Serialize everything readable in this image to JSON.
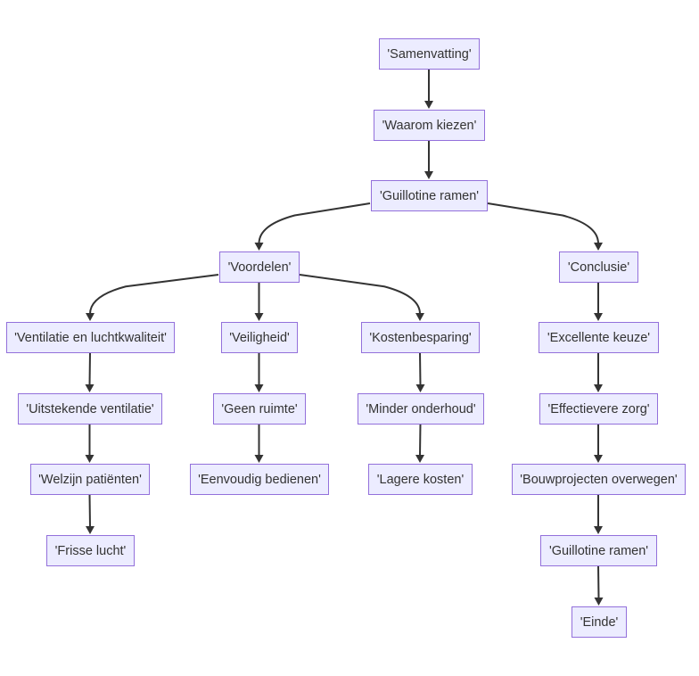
{
  "nodes": [
    {
      "id": "samenvatting",
      "label": "'Samenvatting'"
    },
    {
      "id": "waarom",
      "label": "'Waarom kiezen'"
    },
    {
      "id": "guillotine1",
      "label": "'Guillotine ramen'"
    },
    {
      "id": "voordelen",
      "label": "'Voordelen'"
    },
    {
      "id": "conclusie",
      "label": "'Conclusie'"
    },
    {
      "id": "ventilatie",
      "label": "'Ventilatie en luchtkwaliteit'"
    },
    {
      "id": "veiligheid",
      "label": "'Veiligheid'"
    },
    {
      "id": "kosten",
      "label": "'Kostenbesparing'"
    },
    {
      "id": "excellente",
      "label": "'Excellente keuze'"
    },
    {
      "id": "uitstekende",
      "label": "'Uitstekende ventilatie'"
    },
    {
      "id": "geenruimte",
      "label": "'Geen ruimte'"
    },
    {
      "id": "minder",
      "label": "'Minder onderhoud'"
    },
    {
      "id": "effectievere",
      "label": "'Effectievere zorg'"
    },
    {
      "id": "welzijn",
      "label": "'Welzijn patiënten'"
    },
    {
      "id": "eenvoudig",
      "label": "'Eenvoudig bedienen'"
    },
    {
      "id": "lagere",
      "label": "'Lagere kosten'"
    },
    {
      "id": "bouwprojecten",
      "label": "'Bouwprojecten overwegen'"
    },
    {
      "id": "frisse",
      "label": "'Frisse lucht'"
    },
    {
      "id": "guillotine2",
      "label": "'Guillotine ramen'"
    },
    {
      "id": "einde",
      "label": "'Einde'"
    }
  ],
  "edges": [
    {
      "from": "samenvatting",
      "to": "waarom"
    },
    {
      "from": "waarom",
      "to": "guillotine1"
    },
    {
      "from": "guillotine1",
      "to": "voordelen"
    },
    {
      "from": "guillotine1",
      "to": "conclusie"
    },
    {
      "from": "voordelen",
      "to": "ventilatie"
    },
    {
      "from": "voordelen",
      "to": "veiligheid"
    },
    {
      "from": "voordelen",
      "to": "kosten"
    },
    {
      "from": "ventilatie",
      "to": "uitstekende"
    },
    {
      "from": "uitstekende",
      "to": "welzijn"
    },
    {
      "from": "welzijn",
      "to": "frisse"
    },
    {
      "from": "veiligheid",
      "to": "geenruimte"
    },
    {
      "from": "geenruimte",
      "to": "eenvoudig"
    },
    {
      "from": "kosten",
      "to": "minder"
    },
    {
      "from": "minder",
      "to": "lagere"
    },
    {
      "from": "conclusie",
      "to": "excellente"
    },
    {
      "from": "excellente",
      "to": "effectievere"
    },
    {
      "from": "effectievere",
      "to": "bouwprojecten"
    },
    {
      "from": "bouwprojecten",
      "to": "guillotine2"
    },
    {
      "from": "guillotine2",
      "to": "einde"
    }
  ]
}
